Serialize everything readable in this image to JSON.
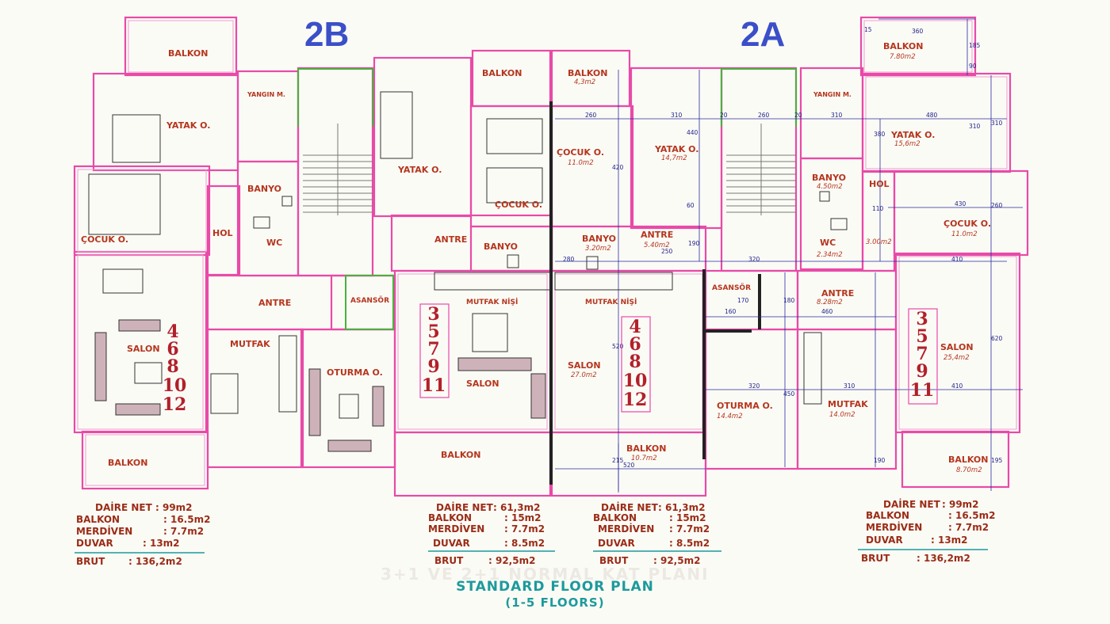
{
  "units": {
    "u2b": "2B",
    "u2a": "2A"
  },
  "rooms": [
    {
      "id": "r1",
      "name": "BALKON",
      "area": ""
    },
    {
      "id": "r2",
      "name": "YATAK O.",
      "area": ""
    },
    {
      "id": "r3",
      "name": "YANGIN M.",
      "area": ""
    },
    {
      "id": "r4",
      "name": "ÇOCUK O.",
      "area": ""
    },
    {
      "id": "r5",
      "name": "BANYO",
      "area": ""
    },
    {
      "id": "r6",
      "name": "HOL",
      "area": ""
    },
    {
      "id": "r7",
      "name": "WC",
      "area": ""
    },
    {
      "id": "r8",
      "name": "ANTRE",
      "area": ""
    },
    {
      "id": "r9",
      "name": "ASANSÖR",
      "area": ""
    },
    {
      "id": "r10",
      "name": "SALON",
      "area": ""
    },
    {
      "id": "r11",
      "name": "MUTFAK",
      "area": ""
    },
    {
      "id": "r12",
      "name": "OTURMA O.",
      "area": ""
    },
    {
      "id": "r13",
      "name": "BALKON",
      "area": ""
    },
    {
      "id": "r14",
      "name": "YATAK O.",
      "area": ""
    },
    {
      "id": "r15",
      "name": "BALKON",
      "area": ""
    },
    {
      "id": "r16",
      "name": "ÇOCUK O.",
      "area": ""
    },
    {
      "id": "r17",
      "name": "ANTRE",
      "area": ""
    },
    {
      "id": "r18",
      "name": "BANYO",
      "area": ""
    },
    {
      "id": "r19",
      "name": "MUTFAK NİŞİ",
      "area": ""
    },
    {
      "id": "r20",
      "name": "SALON",
      "area": ""
    },
    {
      "id": "r21",
      "name": "BALKON",
      "area": ""
    },
    {
      "id": "r22",
      "name": "BALKON",
      "area": "4,3m2"
    },
    {
      "id": "r23",
      "name": "ÇOCUK O.",
      "area": "11.0m2"
    },
    {
      "id": "r24",
      "name": "YATAK O.",
      "area": "14,7m2"
    },
    {
      "id": "r25",
      "name": "BANYO",
      "area": "3.20m2"
    },
    {
      "id": "r26",
      "name": "ANTRE",
      "area": "5.40m2"
    },
    {
      "id": "r27",
      "name": "MUTFAK NİŞİ",
      "area": ""
    },
    {
      "id": "r28",
      "name": "SALON",
      "area": "27.0m2"
    },
    {
      "id": "r29",
      "name": "BALKON",
      "area": "10.7m2"
    },
    {
      "id": "r30",
      "name": "YANGIN M.",
      "area": ""
    },
    {
      "id": "r31",
      "name": "BANYO",
      "area": "4.50m2"
    },
    {
      "id": "r32",
      "name": "WC",
      "area": "2.34m2"
    },
    {
      "id": "r33",
      "name": "HOL",
      "area": "3.00m2"
    },
    {
      "id": "r34",
      "name": "ASANSÖR",
      "area": ""
    },
    {
      "id": "r35",
      "name": "ANTRE",
      "area": "8.28m2"
    },
    {
      "id": "r36",
      "name": "OTURMA O.",
      "area": "14.4m2"
    },
    {
      "id": "r37",
      "name": "MUTFAK",
      "area": "14.0m2"
    },
    {
      "id": "r38",
      "name": "BALKON",
      "area": "7.80m2"
    },
    {
      "id": "r39",
      "name": "YATAK O.",
      "area": "15,6m2"
    },
    {
      "id": "r40",
      "name": "ÇOCUK O.",
      "area": "11.0m2"
    },
    {
      "id": "r41",
      "name": "SALON",
      "area": "25,4m2"
    },
    {
      "id": "r42",
      "name": "BALKON",
      "area": "8.70m2"
    }
  ],
  "floor_tags": [
    {
      "id": "t1",
      "lines": [
        "4",
        "6",
        "8",
        "10",
        "12"
      ]
    },
    {
      "id": "t2",
      "lines": [
        "3",
        "5",
        "7",
        "9",
        "11"
      ]
    },
    {
      "id": "t3",
      "lines": [
        "4",
        "6",
        "8",
        "10",
        "12"
      ]
    },
    {
      "id": "t4",
      "lines": [
        "3",
        "5",
        "7",
        "9",
        "11"
      ]
    }
  ],
  "dims": [
    "360",
    "185",
    "90",
    "260",
    "310",
    "20",
    "440",
    "420",
    "260",
    "310",
    "20",
    "310",
    "480",
    "380",
    "310",
    "60",
    "430",
    "260",
    "110",
    "320",
    "410",
    "190",
    "250",
    "170",
    "180",
    "160",
    "460",
    "520",
    "320",
    "310",
    "450",
    "620",
    "410",
    "215",
    "520",
    "190",
    "195",
    "15",
    "280"
  ],
  "summaries": [
    {
      "id": "s1",
      "net_label": "DAİRE NET",
      "net_value": ": 99m2",
      "balkon_label": "BALKON",
      "balkon_value": ": 16.5m2",
      "merdiven_label": "MERDİVEN",
      "merdiven_value": ": 7.7m2",
      "duvar_label": "DUVAR",
      "duvar_value": ": 13m2",
      "brut_label": "BRUT",
      "brut_value": ": 136,2m2"
    },
    {
      "id": "s2",
      "net_label": "DAİRE NET",
      "net_value": ": 61,3m2",
      "balkon_label": "BALKON",
      "balkon_value": ": 15m2",
      "merdiven_label": "MERDİVEN",
      "merdiven_value": ": 7.7m2",
      "duvar_label": "DUVAR",
      "duvar_value": ": 8.5m2",
      "brut_label": "BRUT",
      "brut_value": ": 92,5m2"
    },
    {
      "id": "s3",
      "net_label": "DAİRE NET",
      "net_value": ": 61,3m2",
      "balkon_label": "BALKON",
      "balkon_value": ": 15m2",
      "merdiven_label": "MERDİVEN",
      "merdiven_value": ": 7.7m2",
      "duvar_label": "DUVAR",
      "duvar_value": ": 8.5m2",
      "brut_label": "BRUT",
      "brut_value": ": 92,5m2"
    },
    {
      "id": "s4",
      "net_label": "DAİRE NET",
      "net_value": ": 99m2",
      "balkon_label": "BALKON",
      "balkon_value": ": 16.5m2",
      "merdiven_label": "MERDİVEN",
      "merdiven_value": ": 7.7m2",
      "duvar_label": "DUVAR",
      "duvar_value": ": 13m2",
      "brut_label": "BRUT",
      "brut_value": ": 136,2m2"
    }
  ],
  "faded_heading": "3+1 VE 2+1 NORMAL KAT PLANI",
  "title": {
    "line1": "STANDARD FLOOR PLAN",
    "line2": "(1-5 FLOORS)"
  },
  "colors": {
    "wall": "#e84aa8",
    "label": "#b5361e",
    "dim": "#22228a",
    "unit": "#3b4fc8",
    "floor": "#b2202a",
    "title": "#1d9a9c",
    "green": "#47b23a"
  }
}
